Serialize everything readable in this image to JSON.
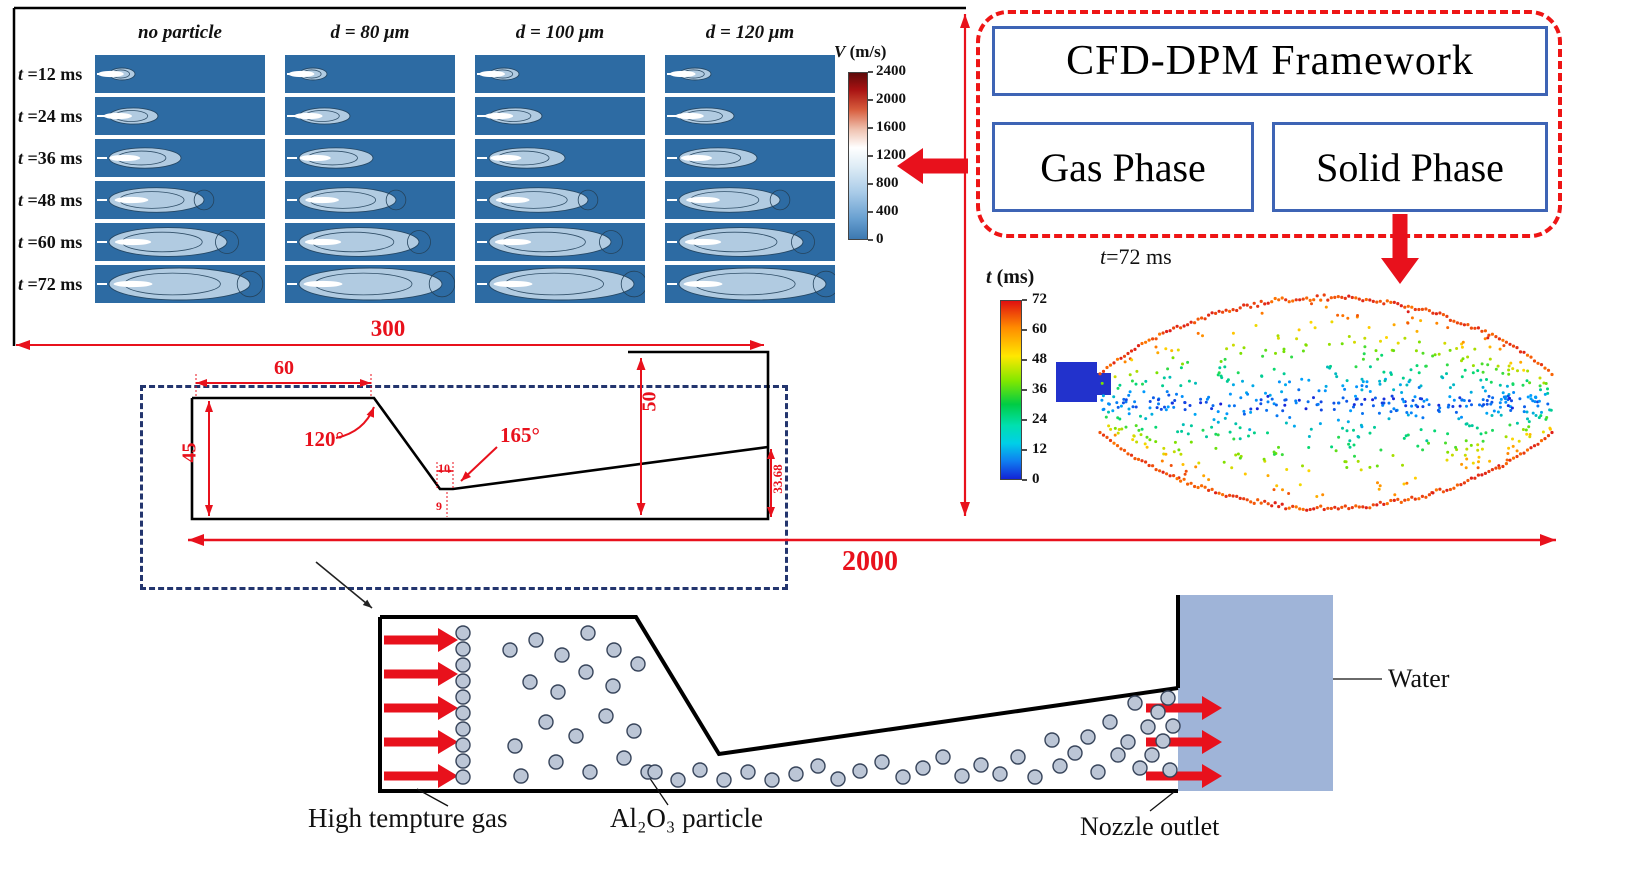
{
  "figure": {
    "sim_grid": {
      "col_headers": [
        "no particle",
        "d = 80 μm",
        "d = 100 μm",
        "d = 120 μm"
      ],
      "row_labels": [
        "t =12 ms",
        "t =24 ms",
        "t =36 ms",
        "t =48 ms",
        "t =60 ms",
        "t =72 ms"
      ]
    },
    "velocity_colorbar": {
      "title": "V (m/s)",
      "ticks": [
        "2400",
        "2000",
        "1600",
        "1200",
        "800",
        "400",
        "0"
      ]
    },
    "framework": {
      "title": "CFD-DPM Framework",
      "gas_label": "Gas Phase",
      "solid_label": "Solid Phase"
    },
    "particle_plot": {
      "time_label": "t=72 ms",
      "colorbar_title": "t (ms)",
      "ticks": [
        "72",
        "60",
        "48",
        "36",
        "24",
        "12",
        "0"
      ]
    },
    "geometry": {
      "domain_length": "300",
      "inlet_length": "60",
      "inlet_height": "45",
      "convergent_angle": "120°",
      "divergent_angle": "165°",
      "throat_length": "10",
      "throat_height": "9",
      "chamber_height": "50",
      "outlet_height": "33.68",
      "total_length": "2000"
    },
    "schematic": {
      "gas_label": "High tempture gas",
      "particle_label": "Al₂O₃ particle",
      "outlet_label": "Nozzle outlet",
      "water_label": "Water"
    },
    "colors": {
      "accent_red": "#e8111c",
      "framework_border_blue": "#3e64b5",
      "cell_blue": "#2d6ba3",
      "water_blue": "#9fb4d8",
      "dashed_navy": "#23356e"
    }
  }
}
